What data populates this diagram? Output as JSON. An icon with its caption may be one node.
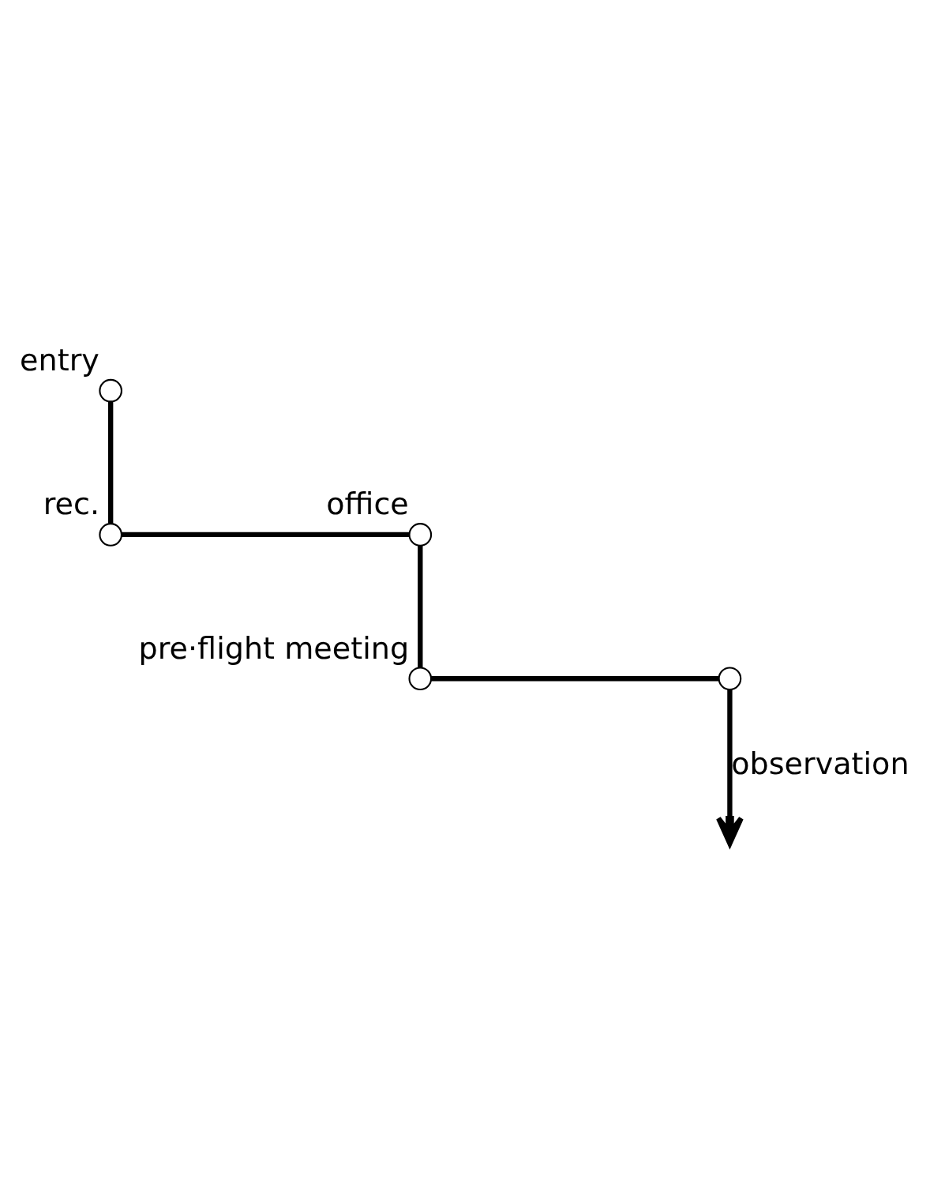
{
  "diagram": {
    "nodes": [
      {
        "text": [],
        "shape": "circle",
        "beside": [
          "entry"
        ]
      },
      {
        "text": [],
        "shape": "circle",
        "beside": [
          "rec."
        ]
      },
      {
        "text": [],
        "shape": "circle",
        "beside": [
          "office"
        ]
      },
      {
        "text": [],
        "shape": "circle",
        "beside": [
          "pre·flight meeting"
        ]
      },
      {
        "text": [],
        "shape": "circle"
      }
    ],
    "edges": [
      {
        "from": 0,
        "to": 1,
        "arrow": "none"
      },
      {
        "from": 1,
        "to": 2,
        "arrow": "none"
      },
      {
        "from": 2,
        "to": 3,
        "arrow": "none"
      },
      {
        "from": 3,
        "to": 4,
        "arrow": "none"
      },
      {
        "from": 4,
        "to": null,
        "arrow": "to",
        "label": "observation"
      }
    ]
  }
}
